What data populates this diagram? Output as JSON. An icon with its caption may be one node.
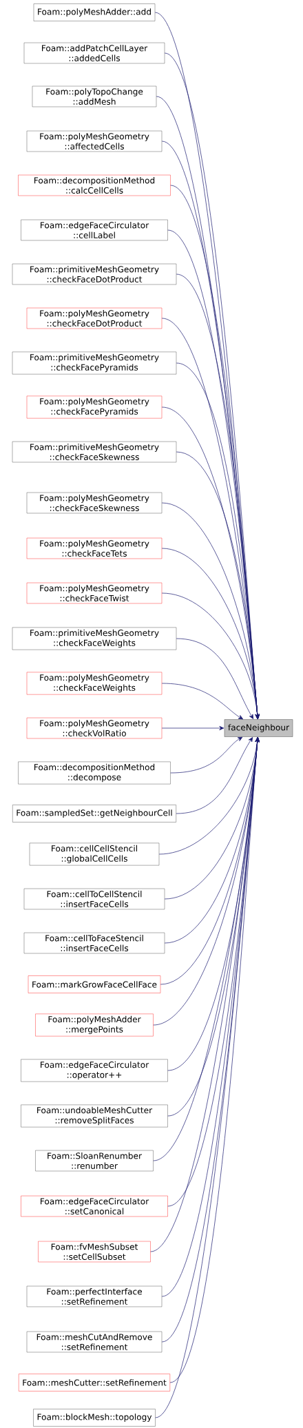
{
  "diagram": {
    "nodes": [
      {
        "text": [
          "Foam::polyMeshAdder::add"
        ]
      },
      {
        "text": [
          "Foam::addPatchCellLayer ::addedCells"
        ]
      },
      {
        "text": [
          "Foam::polyTopoChange ::addMesh"
        ]
      },
      {
        "text": [
          "Foam::polyMeshGeometry ::affectedCells"
        ]
      },
      {
        "text": [
          "Foam::decompositionMethod ::calcCellCells"
        ]
      },
      {
        "text": [
          "Foam::edgeFaceCirculator ::cellLabel"
        ]
      },
      {
        "text": [
          "Foam::primitiveMeshGeometry ::checkFaceDotProduct"
        ]
      },
      {
        "text": [
          "Foam::polyMeshGeometry ::checkFaceDotProduct"
        ]
      },
      {
        "text": [
          "Foam::primitiveMeshGeometry ::checkFacePyramids"
        ]
      },
      {
        "text": [
          "Foam::polyMeshGeometry ::checkFacePyramids"
        ]
      },
      {
        "text": [
          "Foam::primitiveMeshGeometry ::checkFaceSkewness"
        ]
      },
      {
        "text": [
          "Foam::polyMeshGeometry ::checkFaceSkewness"
        ]
      },
      {
        "text": [
          "Foam::polyMeshGeometry ::checkFaceTets"
        ]
      },
      {
        "text": [
          "Foam::polyMeshGeometry ::checkFaceTwist"
        ]
      },
      {
        "text": [
          "Foam::primitiveMeshGeometry ::checkFaceWeights"
        ]
      },
      {
        "text": [
          "Foam::polyMeshGeometry ::checkFaceWeights"
        ]
      },
      {
        "text": [
          "Foam::polyMeshGeometry ::checkVolRatio"
        ]
      },
      {
        "text": [
          "Foam::decompositionMethod ::decompose"
        ]
      },
      {
        "text": [
          "Foam::sampledSet::getNeighbourCell"
        ]
      },
      {
        "text": [
          "Foam::cellCellStencil ::globalCellCells"
        ]
      },
      {
        "text": [
          "Foam::cellToCellStencil ::insertFaceCells"
        ]
      },
      {
        "text": [
          "Foam::cellToFaceStencil ::insertFaceCells"
        ]
      },
      {
        "text": [
          "Foam::markGrowFaceCellFace"
        ]
      },
      {
        "text": [
          "Foam::polyMeshAdder ::mergePoints"
        ]
      },
      {
        "text": [
          "Foam::edgeFaceCirculator ::operator++"
        ]
      },
      {
        "text": [
          "Foam::undoableMeshCutter ::removeSplitFaces"
        ]
      },
      {
        "text": [
          "Foam::SloanRenumber ::renumber"
        ]
      },
      {
        "text": [
          "Foam::edgeFaceCirculator ::setCanonical"
        ]
      },
      {
        "text": [
          "Foam::fvMeshSubset ::setCellSubset"
        ]
      },
      {
        "text": [
          "Foam::perfectInterface ::setRefinement"
        ]
      },
      {
        "text": [
          "Foam::meshCutAndRemove ::setRefinement"
        ]
      },
      {
        "text": [
          "Foam::meshCutter::setRefinement"
        ]
      },
      {
        "text": [
          "Foam::blockMesh::topology"
        ]
      },
      {
        "text": [
          "faceNeighbour"
        ]
      }
    ],
    "edges": [
      {
        "from": 0,
        "to": 33,
        "arrow": "to"
      },
      {
        "from": 1,
        "to": 33,
        "arrow": "to"
      },
      {
        "from": 2,
        "to": 33,
        "arrow": "to"
      },
      {
        "from": 3,
        "to": 33,
        "arrow": "to"
      },
      {
        "from": 4,
        "to": 33,
        "arrow": "to"
      },
      {
        "from": 5,
        "to": 33,
        "arrow": "to"
      },
      {
        "from": 6,
        "to": 33,
        "arrow": "to"
      },
      {
        "from": 7,
        "to": 33,
        "arrow": "to"
      },
      {
        "from": 8,
        "to": 33,
        "arrow": "to"
      },
      {
        "from": 9,
        "to": 33,
        "arrow": "to"
      },
      {
        "from": 10,
        "to": 33,
        "arrow": "to"
      },
      {
        "from": 11,
        "to": 33,
        "arrow": "to"
      },
      {
        "from": 12,
        "to": 33,
        "arrow": "to"
      },
      {
        "from": 13,
        "to": 33,
        "arrow": "to"
      },
      {
        "from": 14,
        "to": 33,
        "arrow": "to"
      },
      {
        "from": 15,
        "to": 33,
        "arrow": "to"
      },
      {
        "from": 16,
        "to": 33,
        "arrow": "to"
      },
      {
        "from": 17,
        "to": 33,
        "arrow": "to"
      },
      {
        "from": 18,
        "to": 33,
        "arrow": "to"
      },
      {
        "from": 19,
        "to": 33,
        "arrow": "to"
      },
      {
        "from": 20,
        "to": 33,
        "arrow": "to"
      },
      {
        "from": 21,
        "to": 33,
        "arrow": "to"
      },
      {
        "from": 22,
        "to": 33,
        "arrow": "to"
      },
      {
        "from": 23,
        "to": 33,
        "arrow": "to"
      },
      {
        "from": 24,
        "to": 33,
        "arrow": "to"
      },
      {
        "from": 25,
        "to": 33,
        "arrow": "to"
      },
      {
        "from": 26,
        "to": 33,
        "arrow": "to"
      },
      {
        "from": 27,
        "to": 33,
        "arrow": "to"
      },
      {
        "from": 28,
        "to": 33,
        "arrow": "to"
      },
      {
        "from": 29,
        "to": 33,
        "arrow": "to"
      },
      {
        "from": 30,
        "to": 33,
        "arrow": "to"
      },
      {
        "from": 31,
        "to": 33,
        "arrow": "to"
      },
      {
        "from": 32,
        "to": 33,
        "arrow": "to"
      }
    ]
  }
}
